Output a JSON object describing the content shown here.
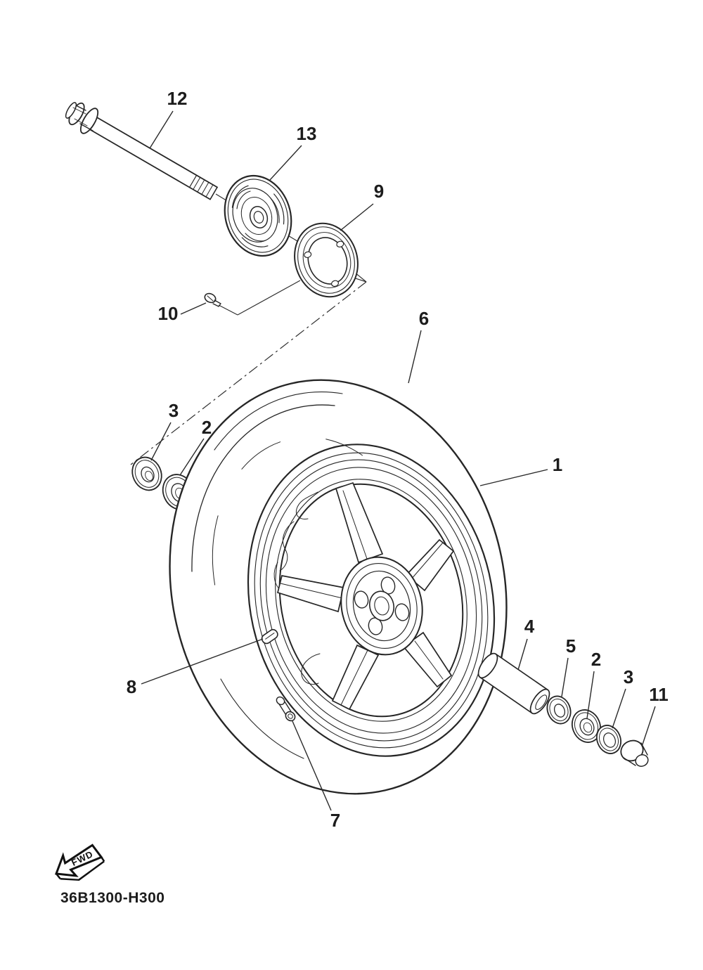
{
  "diagram": {
    "drawing_code": "36B1300-H300",
    "fwd_label": "FWD",
    "colors": {
      "line": "#262626",
      "text": "#1c1c1c",
      "background": "#ffffff"
    },
    "callouts": [
      {
        "id": "callout-12",
        "label": "12"
      },
      {
        "id": "callout-13",
        "label": "13"
      },
      {
        "id": "callout-9",
        "label": "9"
      },
      {
        "id": "callout-10",
        "label": "10"
      },
      {
        "id": "callout-3-left",
        "label": "3"
      },
      {
        "id": "callout-2-left",
        "label": "2"
      },
      {
        "id": "callout-6",
        "label": "6"
      },
      {
        "id": "callout-1",
        "label": "1"
      },
      {
        "id": "callout-8",
        "label": "8"
      },
      {
        "id": "callout-7",
        "label": "7"
      },
      {
        "id": "callout-4",
        "label": "4"
      },
      {
        "id": "callout-5",
        "label": "5"
      },
      {
        "id": "callout-2-right",
        "label": "2"
      },
      {
        "id": "callout-3-right",
        "label": "3"
      },
      {
        "id": "callout-11",
        "label": "11"
      }
    ]
  }
}
